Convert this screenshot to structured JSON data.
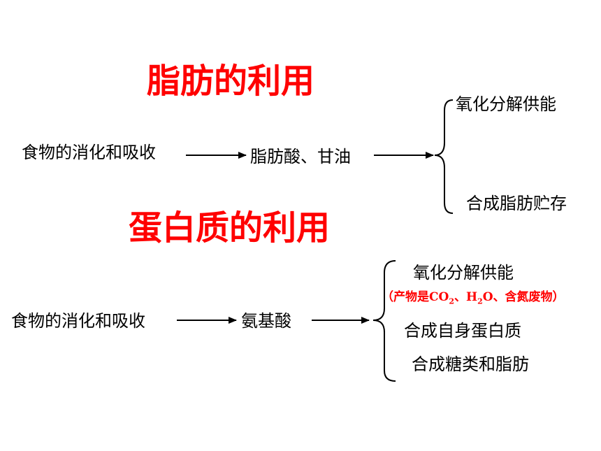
{
  "fat": {
    "title": "脂肪的利用",
    "source": "食物的消化和吸收",
    "intermediate": "脂肪酸、甘油",
    "outcomes": [
      "氧化分解供能",
      "合成脂肪贮存"
    ]
  },
  "protein": {
    "title": "蛋白质的利用",
    "source": "食物的消化和吸收",
    "intermediate": "氨基酸",
    "outcomes": [
      "氧化分解供能",
      "合成自身蛋白质",
      "合成糖类和脂肪"
    ],
    "note": {
      "open": "（产物是",
      "co": "CO",
      "co_sub": "2",
      "sep1": "、",
      "h": "H",
      "h_sub": "2",
      "o": "O",
      "rest": "、含氮废物）"
    }
  },
  "colors": {
    "title": "#ff0000",
    "note": "#ff0000",
    "text": "#000000"
  }
}
